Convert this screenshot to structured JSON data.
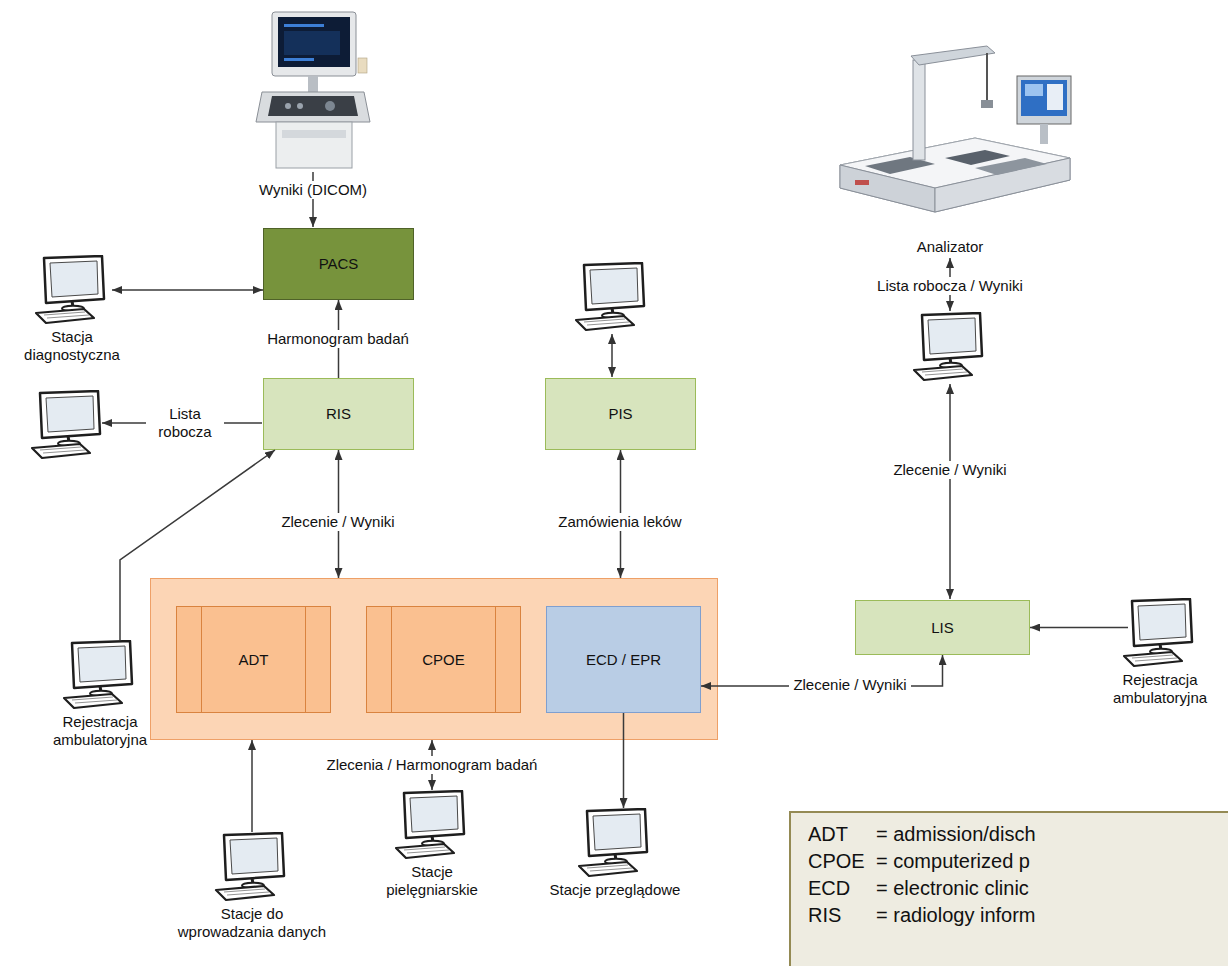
{
  "diagram": {
    "nodes": [
      {
        "text": [
          "PACS"
        ]
      },
      {
        "text": [
          "Stacja diagnostyczna"
        ]
      },
      {
        "text": [
          "RIS"
        ]
      },
      {
        "text": [
          "PIS"
        ]
      },
      {
        "text": [
          "Analizator"
        ]
      },
      {
        "text": [
          "Rejestracja ambulatoryjna"
        ]
      },
      {
        "text": [
          "LIS"
        ]
      },
      {
        "text": [
          "Rejestracja ambulatoryjna"
        ]
      },
      {
        "text": []
      },
      {
        "text": [
          "ADT"
        ],
        "in": 8
      },
      {
        "text": [
          "CPOE"
        ],
        "in": 8
      },
      {
        "text": [
          "ECD / EPR"
        ],
        "in": 8
      },
      {
        "text": [
          "Stacje do wprowadzania danych"
        ]
      },
      {
        "text": [
          "Stacje pielęgniarskie"
        ]
      },
      {
        "text": [
          "Stacje przeglądowe"
        ]
      }
    ],
    "edges": [
      {
        "from": 1,
        "to": 0,
        "arrow": "both"
      },
      {
        "from": 2,
        "to": 0,
        "label": "Harmonogram badań",
        "arrow": "to"
      },
      {
        "from": 5,
        "to": 2,
        "arrow": "to"
      },
      {
        "from": 2,
        "to": 8,
        "label": "Zlecenie / Wyniki",
        "arrow": "both"
      },
      {
        "from": 3,
        "to": 8,
        "label": "Zamówienia leków",
        "arrow": "both"
      },
      {
        "from": 6,
        "to": 11,
        "label": "Zlecenie / Wyniki",
        "arrow": "both"
      },
      {
        "from": 7,
        "to": 6,
        "arrow": "to"
      },
      {
        "from": 12,
        "to": 8,
        "arrow": "to"
      },
      {
        "from": 13,
        "to": 8,
        "label": "Zlecenia / Harmonogram badań",
        "arrow": "both"
      },
      {
        "from": 11,
        "to": 14,
        "arrow": "to"
      }
    ],
    "labels": [
      "Wyniki (DICOM)",
      "Lista robocza",
      "Lista robocza / Wyniki",
      "Zlecenie / Wyniki",
      "ADT",
      "= admission/disch",
      "CPOE",
      "= computerized p",
      "ECD",
      "= electronic clinic",
      "RIS",
      "= radiology inform"
    ]
  }
}
